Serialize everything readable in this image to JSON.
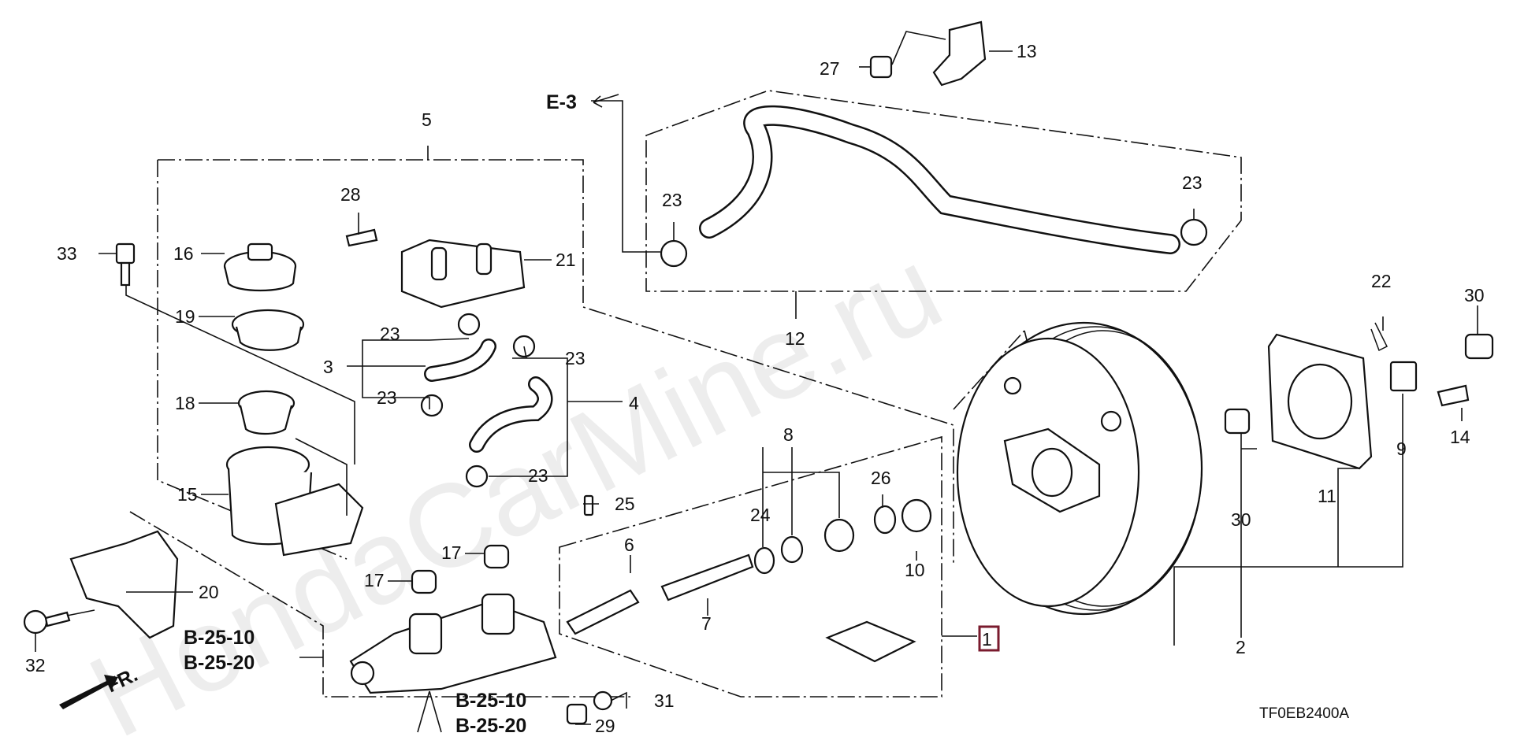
{
  "watermark": "HondaCarMine.ru",
  "diagram_code": "TF0EB2400A",
  "refs": {
    "e3": "E-3",
    "b1a": "B-25-10",
    "b1b": "B-25-20",
    "b2a": "B-25-10",
    "b2b": "B-25-20",
    "fr": "FR."
  },
  "callouts": {
    "p1": "1",
    "p2": "2",
    "p3": "3",
    "p4": "4",
    "p5": "5",
    "p6": "6",
    "p7": "7",
    "p8": "8",
    "p9": "9",
    "p10": "10",
    "p11": "11",
    "p12": "12",
    "p13": "13",
    "p14": "14",
    "p15": "15",
    "p16": "16",
    "p17a": "17",
    "p17b": "17",
    "p18": "18",
    "p19": "19",
    "p20": "20",
    "p21": "21",
    "p22": "22",
    "p23a": "23",
    "p23b": "23",
    "p23c": "23",
    "p23d": "23",
    "p23e": "23",
    "p23f": "23",
    "p24": "24",
    "p25": "25",
    "p26": "26",
    "p27": "27",
    "p28": "28",
    "p29": "29",
    "p30a": "30",
    "p30b": "30",
    "p31": "31",
    "p32": "32",
    "p33": "33"
  }
}
